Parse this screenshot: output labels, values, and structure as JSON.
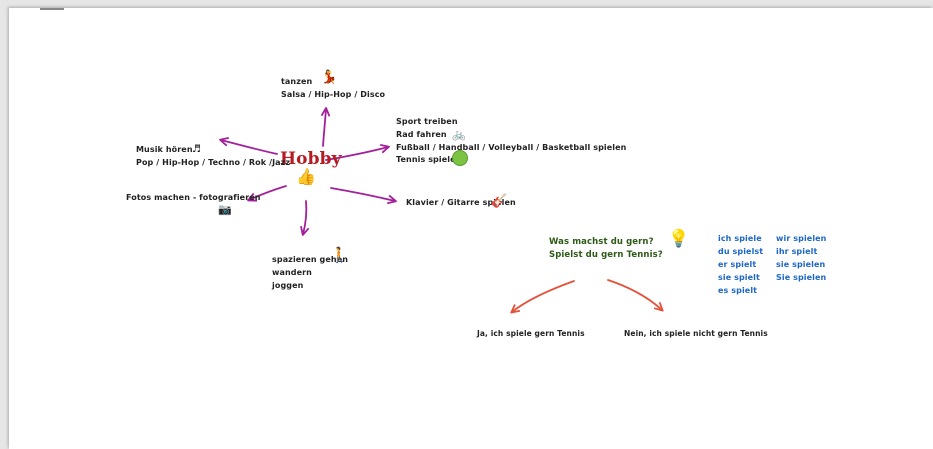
{
  "center": {
    "title": "Hobby",
    "icon": "thumbs-up-icon"
  },
  "branches": {
    "dance": {
      "line1": "tanzen",
      "line2": "Salsa / Hip-Hop / Disco",
      "icon": "dancer-icon"
    },
    "music": {
      "line1": "Musik hören",
      "line2": "Pop / Hip-Hop / Techno / Rok /Jazz",
      "icon": "music-note-icon"
    },
    "photo": {
      "line1": "Fotos machen - fotografieren",
      "icon": "camera-icon"
    },
    "walk": {
      "line1": "spazieren gehen",
      "line2": "wandern",
      "line3": "joggen",
      "icon": "walker-icon"
    },
    "sport": {
      "line1": "Sport treiben",
      "line2": "Rad fahren",
      "line3": "Fußball / Handball / Volleyball / Basketball spielen",
      "line4": "Tennis spielen",
      "icon_bike": "bicycle-icon",
      "icon_ball": "tennis-ball-icon"
    },
    "instrument": {
      "line1": "Klavier / Gitarre spielen",
      "icon": "guitar-icon"
    }
  },
  "question": {
    "line1": "Was machst du gern?",
    "line2": "Spielst du gern Tennis?",
    "icon": "light-bulb-icon"
  },
  "answers": {
    "yes": "Ja, ich spiele gern Tennis",
    "no": "Nein,  ich spiele nicht gern Tennis"
  },
  "conjugation": {
    "singular": [
      "ich  spiele",
      "du  spielst",
      "er  spielt",
      "sie  spielt",
      "es  spielt"
    ],
    "plural": [
      "wir  spielen",
      "ihr  spielt",
      "sie  spielen",
      "Sie  spielen"
    ]
  },
  "colors": {
    "arrow_purple": "#a3209b",
    "arrow_red": "#e5513a",
    "title_red": "#b31c22",
    "question_green": "#2d5a16",
    "conjugation_blue": "#1d67c4"
  }
}
